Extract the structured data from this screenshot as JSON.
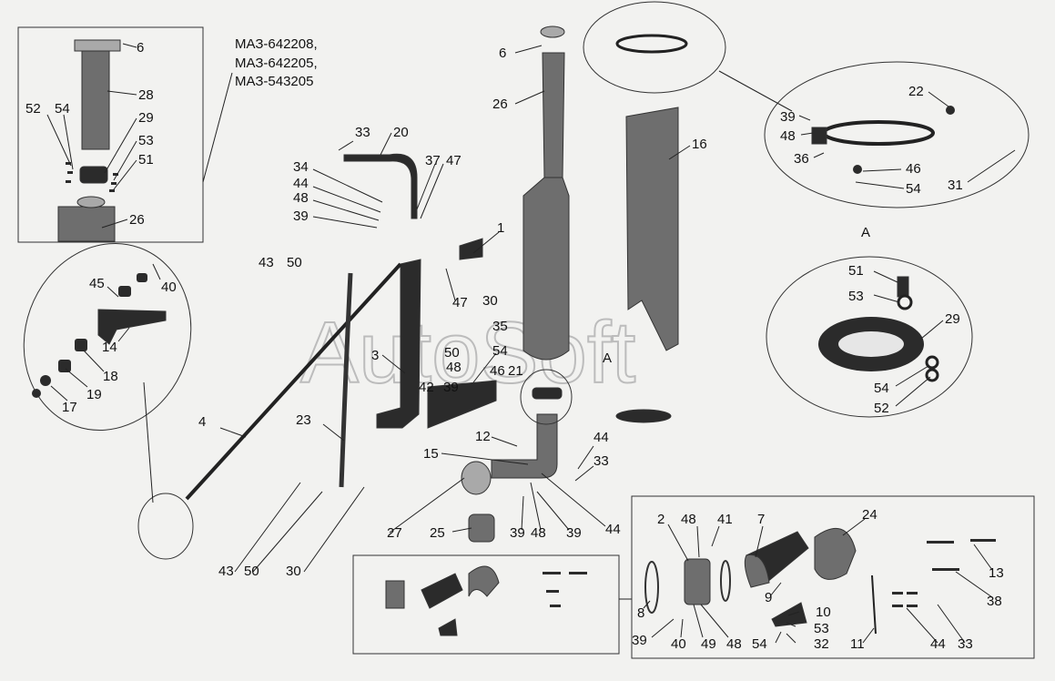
{
  "models": [
    "МАЗ-642208,",
    "МАЗ-642205,",
    "МАЗ-543205"
  ],
  "view_letter": "A",
  "watermark": "AutoSoft",
  "callouts": {
    "inset_top_left": [
      "6",
      "28",
      "52",
      "54",
      "29",
      "53",
      "51",
      "26"
    ],
    "main": [
      "6",
      "26",
      "16",
      "33",
      "20",
      "34",
      "44",
      "48",
      "39",
      "37",
      "47",
      "1",
      "43",
      "50",
      "47",
      "30",
      "35",
      "3",
      "50",
      "48",
      "54",
      "42",
      "39",
      "46",
      "21",
      "A",
      "4",
      "23",
      "12",
      "15",
      "44",
      "33",
      "27",
      "25",
      "39",
      "48",
      "39",
      "44",
      "43",
      "50",
      "30"
    ],
    "detail_a": [
      "39",
      "48",
      "36",
      "22",
      "46",
      "54",
      "31",
      "51",
      "53",
      "29",
      "54",
      "52"
    ],
    "left_ellipse": [
      "45",
      "40",
      "14",
      "18",
      "19",
      "17"
    ],
    "bottom_right": [
      "2",
      "48",
      "41",
      "7",
      "24",
      "13",
      "38",
      "8",
      "9",
      "10",
      "53",
      "32",
      "39",
      "40",
      "49",
      "48",
      "54",
      "11",
      "44",
      "33"
    ]
  }
}
